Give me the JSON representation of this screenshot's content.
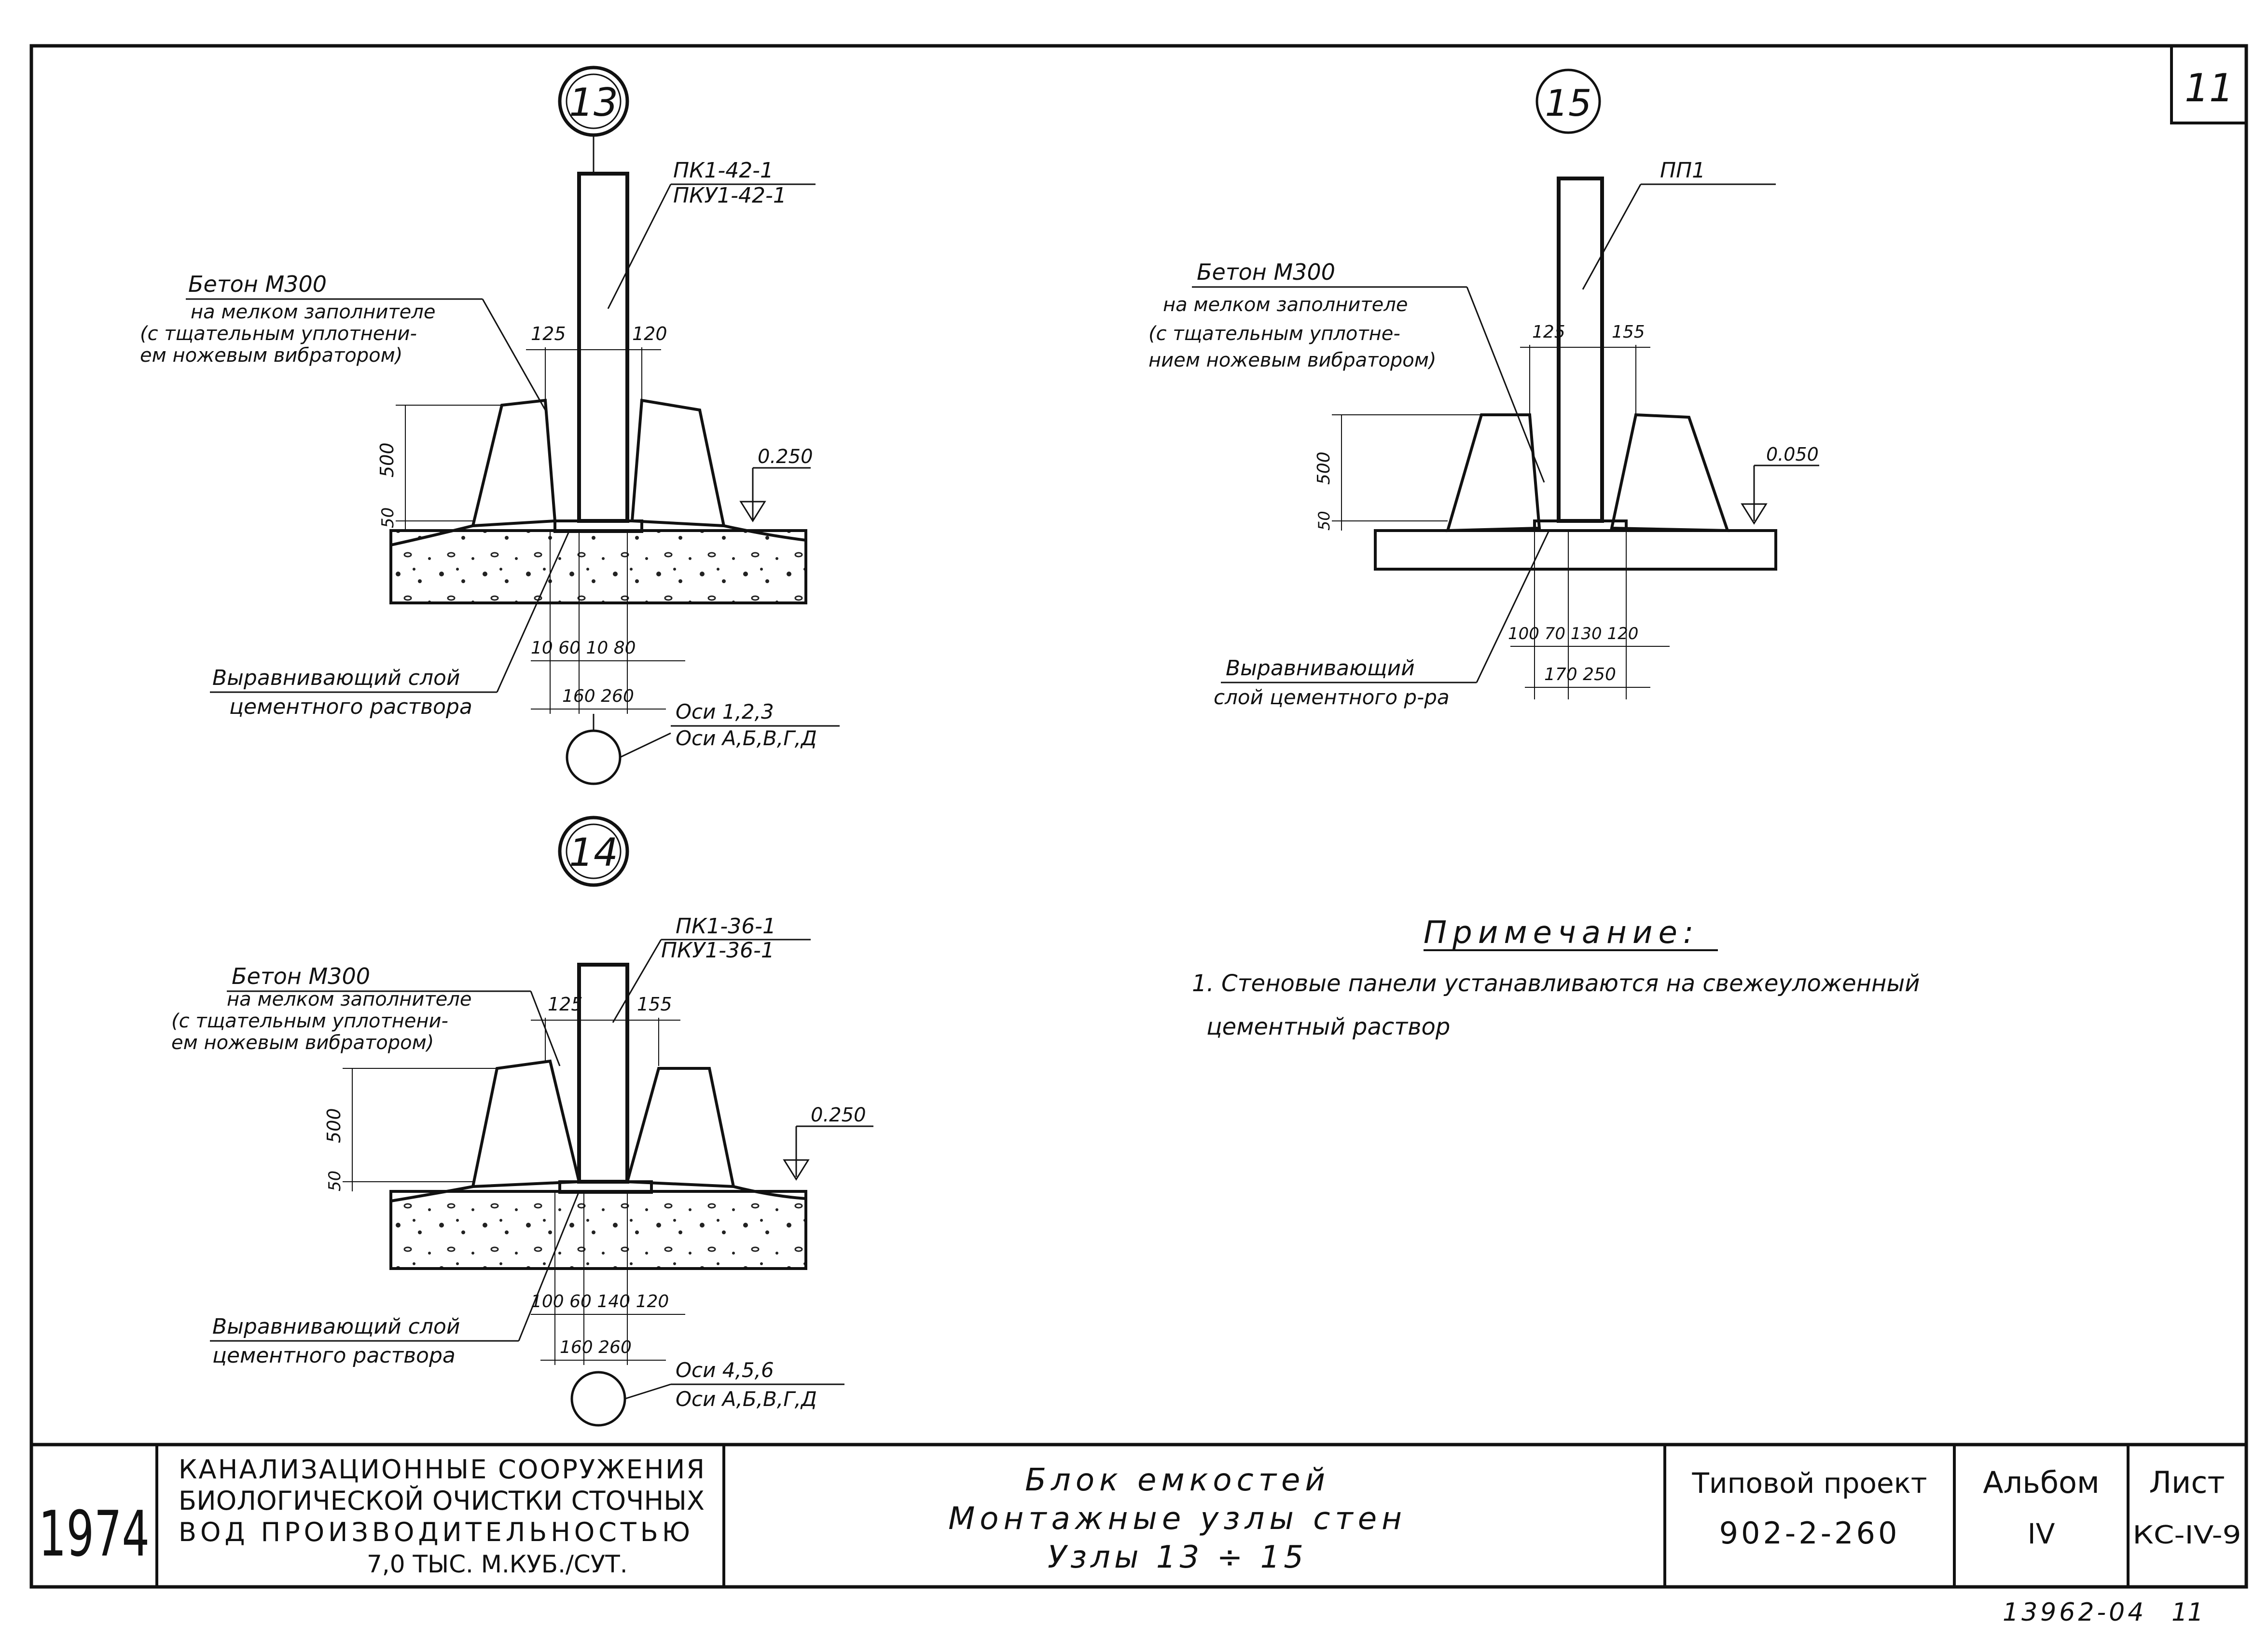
{
  "sheet_number": "11",
  "archive_number": "13962-04",
  "archive_sheet": "11",
  "details": [
    {
      "id": "13",
      "panel_mark_1": "ПК1-42-1",
      "panel_mark_2": "ПКУ1-42-1",
      "concrete_1": "Бетон М300",
      "concrete_2": "на мелком заполнителе",
      "concrete_3": "(с тщательным уплотнени-",
      "concrete_4": "ем ножевым вибратором)",
      "dim_left_top": "125",
      "dim_right_top": "120",
      "dim_height": "500",
      "dim_layer": "50",
      "level": "0.250",
      "bottom_dims_1": "10 60 10 80",
      "bottom_dims_2": "160 260",
      "leveling_1": "Выравнивающий слой",
      "leveling_2": "цементного раствора",
      "axes_1": "Оси 1,2,3",
      "axes_2": "Оси А,Б,В,Г,Д"
    },
    {
      "id": "14",
      "panel_mark_1": "ПК1-36-1",
      "panel_mark_2": "ПКУ1-36-1",
      "concrete_1": "Бетон М300",
      "concrete_2": "на мелком заполнителе",
      "concrete_3": "(с тщательным уплотнени-",
      "concrete_4": "ем ножевым вибратором)",
      "dim_left_top": "125",
      "dim_right_top": "155",
      "dim_height": "500",
      "dim_layer": "50",
      "level": "0.250",
      "bottom_dims_1": "100 60 140 120",
      "bottom_dims_2": "160 260",
      "leveling_1": "Выравнивающий слой",
      "leveling_2": "цементного раствора",
      "axes_1": "Оси 4,5,6",
      "axes_2": "Оси А,Б,В,Г,Д"
    },
    {
      "id": "15",
      "panel_mark_1": "ПП1",
      "concrete_1": "Бетон М300",
      "concrete_2": "на мелком заполнителе",
      "concrete_3": "(с тщательным уплотне-",
      "concrete_4": "нием ножевым вибратором)",
      "dim_left_top": "125",
      "dim_right_top": "155",
      "dim_height": "500",
      "dim_layer": "50",
      "level": "0.050",
      "bottom_dims_1": "100 70 130 120",
      "bottom_dims_2": "170 250",
      "leveling_1": "Выравнивающий",
      "leveling_2": "слой цементного р-ра"
    }
  ],
  "note": {
    "title": "Примечание:",
    "line_1": "1. Стеновые панели устанавливаются на свежеуложенный",
    "line_2": "цементный раствор"
  },
  "title_block": {
    "year": "1974",
    "project_1": "КАНАЛИЗАЦИОННЫЕ СООРУЖЕНИЯ",
    "project_2": "БИОЛОГИЧЕСКОЙ ОЧИСТКИ СТОЧНЫХ",
    "project_3": "ВОД ПРОИЗВОДИТЕЛЬНОСТЬЮ",
    "project_4": "7,0 ТЫС. М.КУБ./СУТ.",
    "drawing_1": "Блок емкостей",
    "drawing_2": "Монтажные узлы стен",
    "drawing_3": "Узлы 13 ÷ 15",
    "type_label": "Типовой проект",
    "type_value": "902-2-260",
    "album_label": "Альбом",
    "album_value": "IV",
    "sheet_label": "Лист",
    "sheet_value": "КС-IV-9"
  }
}
